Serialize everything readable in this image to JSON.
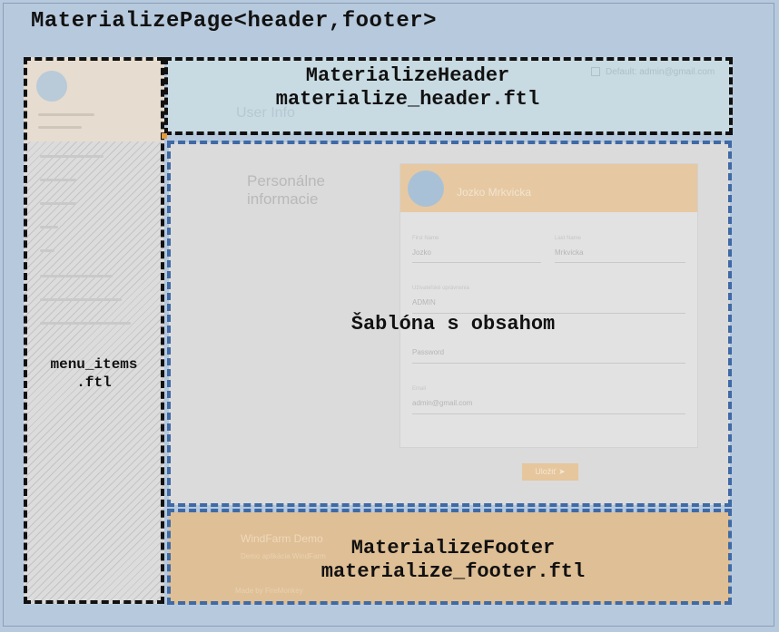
{
  "page_title": "MaterializePage<header,footer>",
  "sidebar": {
    "label_line1": "menu_items",
    "label_line2": ".ftl"
  },
  "header": {
    "label_line1": "MaterializeHeader",
    "label_line2": "materialize_header.ftl",
    "ghost_text": "User Info",
    "ghost_right": "Default: admin@gmail.com"
  },
  "content": {
    "label": "Šablóna s obsahom",
    "ghost_heading_line1": "Personálne",
    "ghost_heading_line2": "informacie",
    "card_name": "Jozko Mrkvicka",
    "fields": [
      {
        "label": "First Name",
        "value": "Jozko"
      },
      {
        "label": "Last Name",
        "value": "Mrkvicka"
      },
      {
        "label": "Užívateľské oprávnenia",
        "value": "ADMIN"
      },
      {
        "label": "",
        "value": "Password"
      },
      {
        "label": "Email",
        "value": "admin@gmail.com"
      }
    ],
    "button_label": "Uložiť"
  },
  "footer": {
    "label_line1": "MaterializeFooter",
    "label_line2": "materialize_footer.ftl",
    "ghost_title": "WindFarm Demo",
    "ghost_subtitle": "Demo aplikácia WindFarm",
    "ghost_made": "Made by FireMonkey"
  },
  "colors": {
    "page_bg": "#b7c9dd",
    "header_bg": "#c8dae2",
    "footer_bg": "#dfbf95",
    "content_border": "#3f6aa5",
    "outer_border": "#111111"
  }
}
